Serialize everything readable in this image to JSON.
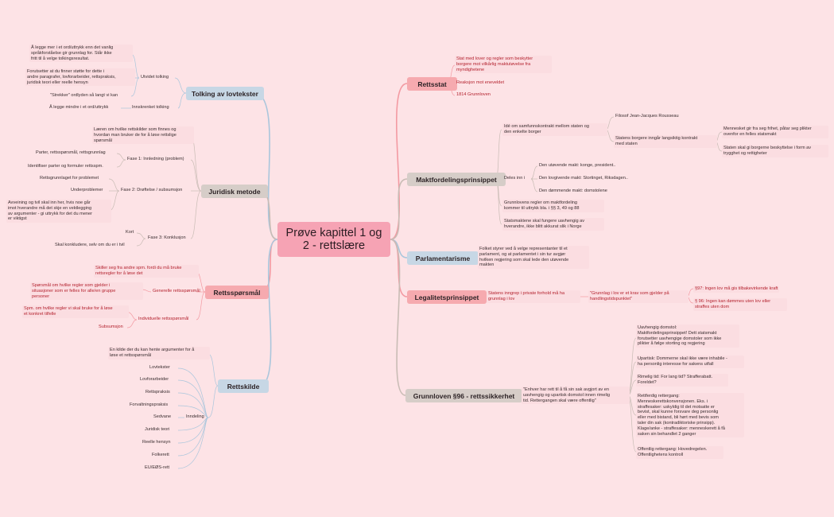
{
  "colors": {
    "background": "#fde3e6",
    "center": "#f6a3b4",
    "blue_node": "#c7d7e5",
    "grey_node": "#d6cdc8",
    "red_node": "#f6aaaf",
    "link_blue": "#aac6dc",
    "link_grey": "#c9bcb5",
    "link_red": "#f39aa2",
    "text_red": "#b4232f"
  },
  "center": "Prøve kapittel 1 og\n2 - rettslære",
  "left": {
    "tolking": {
      "label": "Tolking av lovtekster",
      "utvidet": "Utvidet tolking",
      "u1": "Å legge mer i et ord/uttrykk enn det vanlig\nspråkforståelse gir grunnlag for. Står ikke\nfritt til å velge tolkingsresultat.",
      "u2": "Forutsetter at du finner støtte for dette i\nandre paragrafer, lovforarbeider, rettspraksis,\njuridisk teori eller reelle hensyn",
      "u3": "\"Strekker\" ordlyden så langt vi kan",
      "innskrenket": "Innskrenket tolking",
      "i1": "Å legge mindre i et ord/uttrykk"
    },
    "metode": {
      "label": "Juridisk metode",
      "intro": "Læren om hvilke rettskilder som finnes og\nhvordan man bruker de for å løse rettslige\nspørsmål",
      "fase1": "Fase 1: Innledning (problem)",
      "f1a": "Parter, rettsspørsmål, rettsgrunnlag",
      "f1b": "Identifiser parter og formuler rettsspm.",
      "fase2": "Fase 2: Drøftelse / subsumsjon",
      "f2a": "Rettsgrunnlaget for problemet",
      "f2b": "Underproblemer",
      "f2c": "Avveining og tvil skal inn her, hvis noe går\nimot hverandre må det skje en vektlegging\nav argumenter - gi uttrykk for det du mener\ner viktigst",
      "fase3": "Fase 3: Konklusjon",
      "f3a": "Kort",
      "f3b": "Skal konkludere, selv om du er i tvil"
    },
    "rettssporsmal": {
      "label": "Rettsspørsmål",
      "r1": "Skiller seg fra andre spm. fordi du må bruke\nrettsregler for å løse det",
      "generelle": "Generelle rettsspørsmål",
      "g1": "Spørsmål om hvilke regler som gjelder i\nsituasjoner som er felles for alle/en gruppe\npersoner",
      "individuelle": "Individuelle rettsspørsmål",
      "in1": "Spm. om hvilke regler vi skal bruke for å løse\net konkret tilfelle",
      "in2": "Subsumsjon"
    },
    "rettskilde": {
      "label": "Rettskilde",
      "def": "En kilde der du kan hente argumenter for å\nløse et rettsspørsmål",
      "inndeling": "Inndeling",
      "items": [
        "Lovtekster",
        "Lovforarbeider",
        "Rettspraksis",
        "Forvaltningspraksis",
        "Sedvane",
        "Juridisk teori",
        "Reelle hensyn",
        "Folkerett",
        "EU/EØS-rett"
      ]
    }
  },
  "right": {
    "rettsstat": {
      "label": "Rettsstat",
      "a": "Stat med lover og regler som beskytter\nborgere mot vilkårlig maktutøvelse fra\nmyndighetene",
      "b": "Reaksjon mot eneveldet",
      "c": "1814 Grunnloven"
    },
    "makt": {
      "label": "Maktfordelingsprinsippet",
      "ide": "Idé om samfunnskontrakt mellom staten og\nden enkelte borger",
      "filosof": "Filosof Jean-Jacques Rousseau",
      "statens": "Statens borgere inngår langsiktig kontrakt\nmed staten",
      "s1": "Mennesket gir fra seg frihet, påtar seg plikter\novenfor en felles statsmakt",
      "s2": "Staten skal gi borgerne beskyttelse i form av\ntrygghet og rettigheter",
      "deles": "Deles inn i",
      "d1": "Den utøvende makt: konge, president..",
      "d2": "Den lovgivende makt: Stortinget, Riksdagen..",
      "d3": "Den dømmende makt: domstolene",
      "g1": "Grunnlovens regler om maktfordeling\nkommer til uttrykk bla. i §§ 3, 49 og 88",
      "g2": "Statsmaktene skal fungere uavhengig av\nhverandre, ikke blitt akkurat slik i Norge"
    },
    "parlamentarisme": {
      "label": "Parlamentarisme",
      "a": "Folket styrer ved å velge representanter til et\nparlament, og at parlamentet i sin tur avgjør\nhvilken regjering som skal lede den utøvende\nmakten"
    },
    "legalitet": {
      "label": "Legalitetsprinsippet",
      "a": "Statens inngrep i private forhold må ha\ngrunnlag i lov",
      "b": "\"Grunnlag i lov er et krav som gjelder på\nhandlingstidspunktet\"",
      "c": "§97: Ingen lov må gis tilbakevirkende kraft",
      "d": "§ 96: Ingen kan dømmes uten lov eller\nstraffes uten dom"
    },
    "grunnloven": {
      "label": "Grunnloven §96 - rettssikkerhet",
      "quote": "\"Enhver har rett til å få sin sak avgjort av en\nuavhengig og upartisk domstol innen rimelig\ntid. Rettergangen skal være offentlig\"",
      "a": "Uavhengig domstol:\nMaktfordelingsprinsippet! Dett statsmakt\nforutsetter uavhengige domstoler som ikke\nplikter å følge storting og regjering",
      "b": "Upartisk: Dommerne skal ikke være inhabile -\nha personlig interesse for sakens utfall",
      "c": "Rimelig tid: For lang tid? Strafferabatt.\nForeldet?",
      "d": "Rettferdig rettergang:\nMenneskerettskonvensjonen. Eks. i\nstraffesaker: uskyldig til det motsatte er\nbevist, skal kunne forsvare deg personlig\neller med bistand, bli hørt med bevis som\ntaler din sak (kontradiktoriske prinsipp).\nKlage/anke - straffesaker: menneskerett å få\nsaken sin behandlet 2 ganger",
      "e": "Offentlig rettergang: Hovedregelen.\nOffentlighetens kontroll"
    }
  }
}
